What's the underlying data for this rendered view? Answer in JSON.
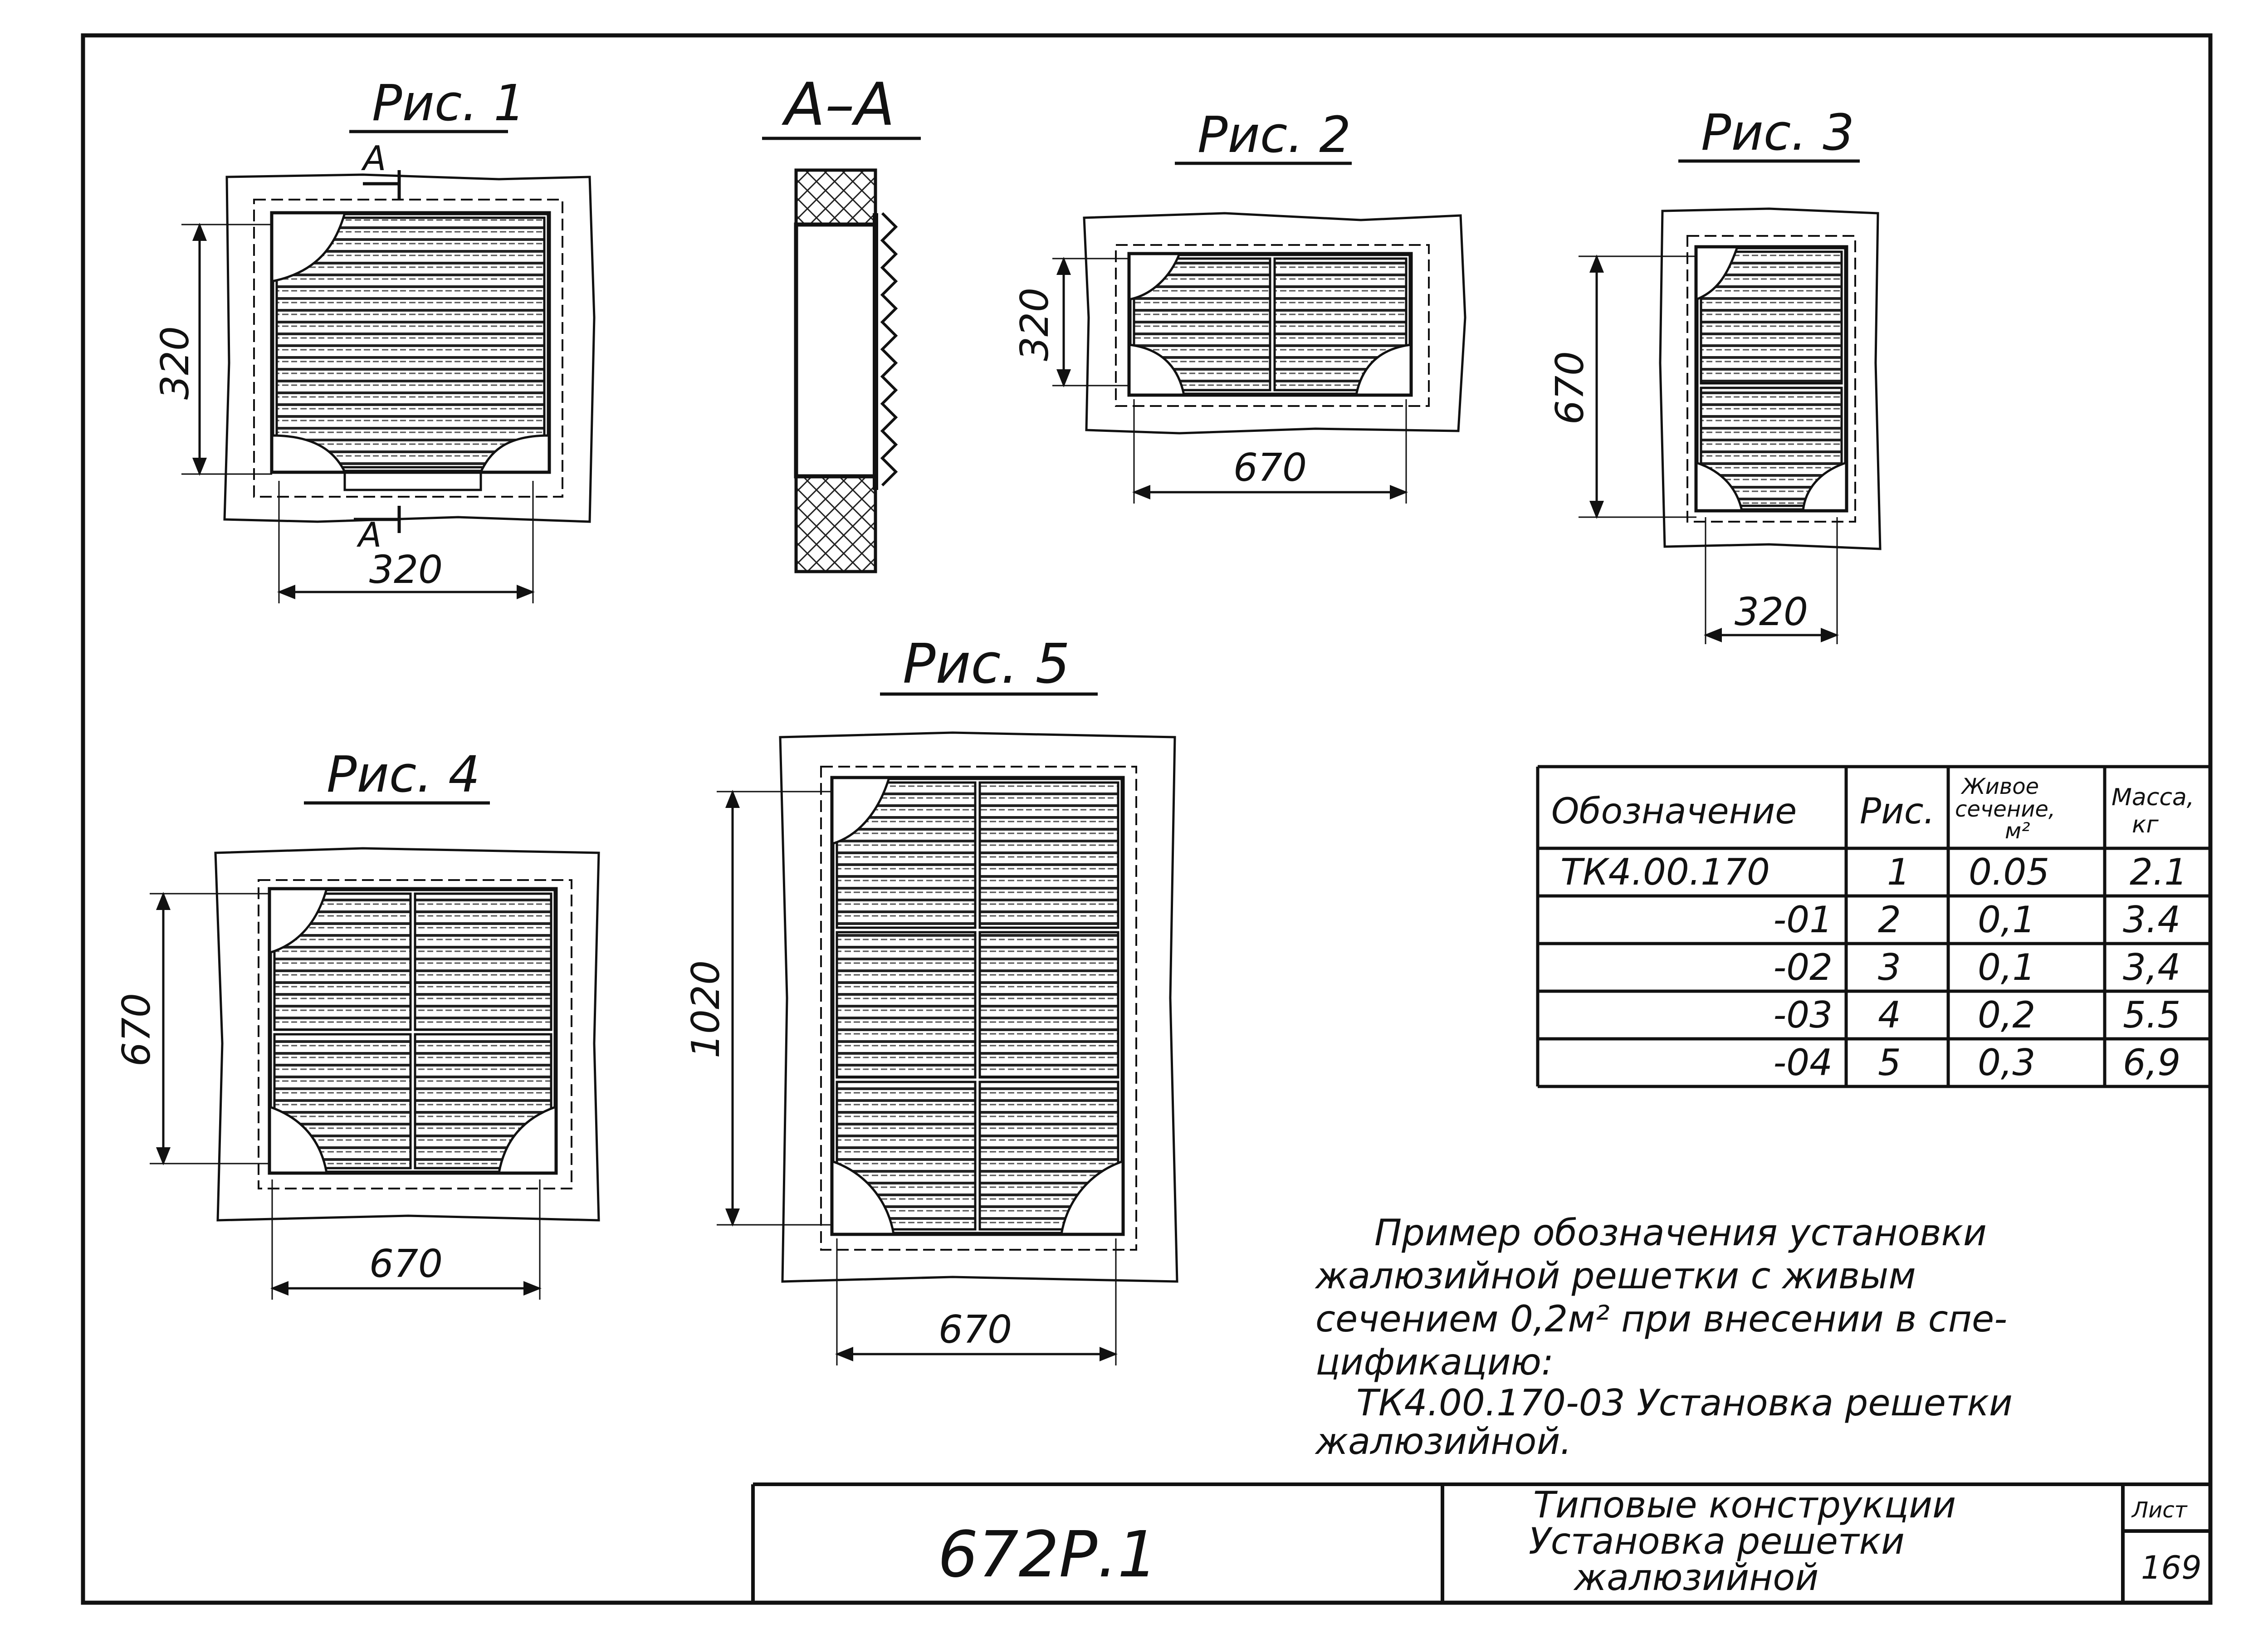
{
  "figures": {
    "fig1": {
      "title": "Рис. 1",
      "height_dim": "320",
      "width_dim": "320",
      "section_mark_top": "А",
      "section_mark_bottom": "А"
    },
    "section": {
      "title": "А–А"
    },
    "fig2": {
      "title": "Рис. 2",
      "height_dim": "320",
      "width_dim": "670"
    },
    "fig3": {
      "title": "Рис. 3",
      "height_dim": "670",
      "width_dim": "320"
    },
    "fig4": {
      "title": "Рис. 4",
      "height_dim": "670",
      "width_dim": "670"
    },
    "fig5": {
      "title": "Рис. 5",
      "height_dim": "1020",
      "width_dim": "670"
    }
  },
  "spec_table": {
    "headers": {
      "designation": "Обозначение",
      "fig": "Рис.",
      "area_l1": "Живое",
      "area_l2": "сечение,",
      "area_l3": "м²",
      "mass_l1": "Масса,",
      "mass_l2": "кг"
    },
    "rows": [
      {
        "designation": "ТК4.00.170",
        "fig": "1",
        "area": "0.05",
        "mass": "2.1"
      },
      {
        "designation": "-01",
        "fig": "2",
        "area": "0,1",
        "mass": "3.4"
      },
      {
        "designation": "-02",
        "fig": "3",
        "area": "0,1",
        "mass": "3,4"
      },
      {
        "designation": "-03",
        "fig": "4",
        "area": "0,2",
        "mass": "5.5"
      },
      {
        "designation": "-04",
        "fig": "5",
        "area": "0,3",
        "mass": "6,9"
      }
    ]
  },
  "note": {
    "lines": [
      "Пример обозначения установки",
      "жалюзийной решетки с живым",
      "сечением 0,2м² при внесении в спе-",
      "цификацию:",
      "ТК4.00.170-03 Установка решетки",
      "жалюзийной."
    ]
  },
  "title_block": {
    "code": "672Р.1",
    "title_l1": "Типовые конструкции",
    "title_l2": "Установка решетки",
    "title_l3": "жалюзийной",
    "sheet_label": "Лист",
    "sheet_no": "169"
  }
}
